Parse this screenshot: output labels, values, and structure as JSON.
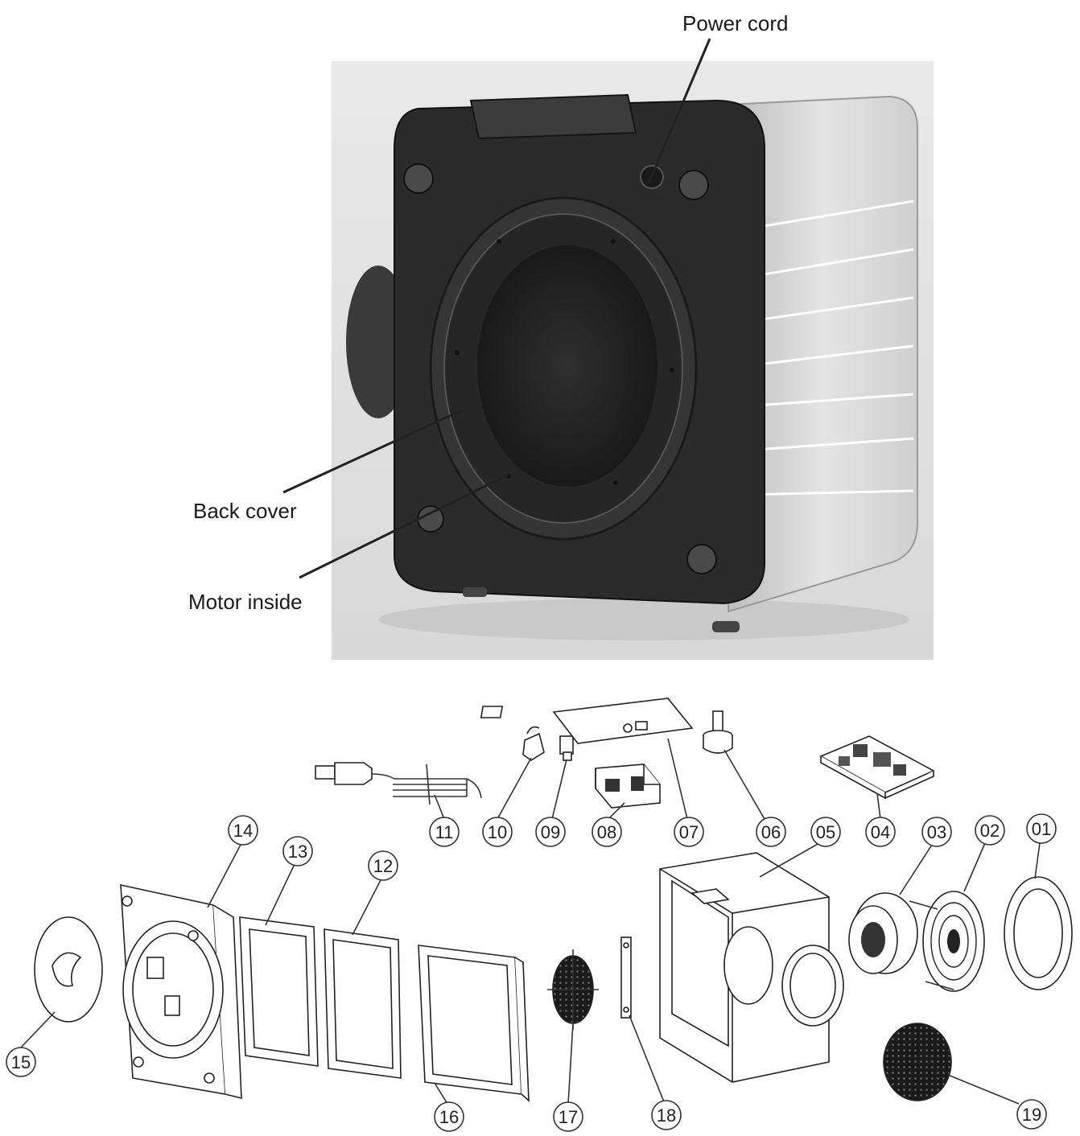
{
  "photo": {
    "callouts": [
      {
        "id": "power-cord",
        "label": "Power cord"
      },
      {
        "id": "back-cover",
        "label": "Back cover"
      },
      {
        "id": "motor-inside",
        "label": "Motor inside"
      }
    ],
    "colors": {
      "background": "#e6e6e6",
      "housing": "#2b2b2b",
      "side_panel": "#d9d9d9"
    }
  },
  "exploded": {
    "parts": [
      {
        "num": "01"
      },
      {
        "num": "02"
      },
      {
        "num": "03"
      },
      {
        "num": "04"
      },
      {
        "num": "05"
      },
      {
        "num": "06"
      },
      {
        "num": "07"
      },
      {
        "num": "08"
      },
      {
        "num": "09"
      },
      {
        "num": "10"
      },
      {
        "num": "11"
      },
      {
        "num": "12"
      },
      {
        "num": "13"
      },
      {
        "num": "14"
      },
      {
        "num": "15"
      },
      {
        "num": "16"
      },
      {
        "num": "17"
      },
      {
        "num": "18"
      },
      {
        "num": "19"
      }
    ]
  }
}
